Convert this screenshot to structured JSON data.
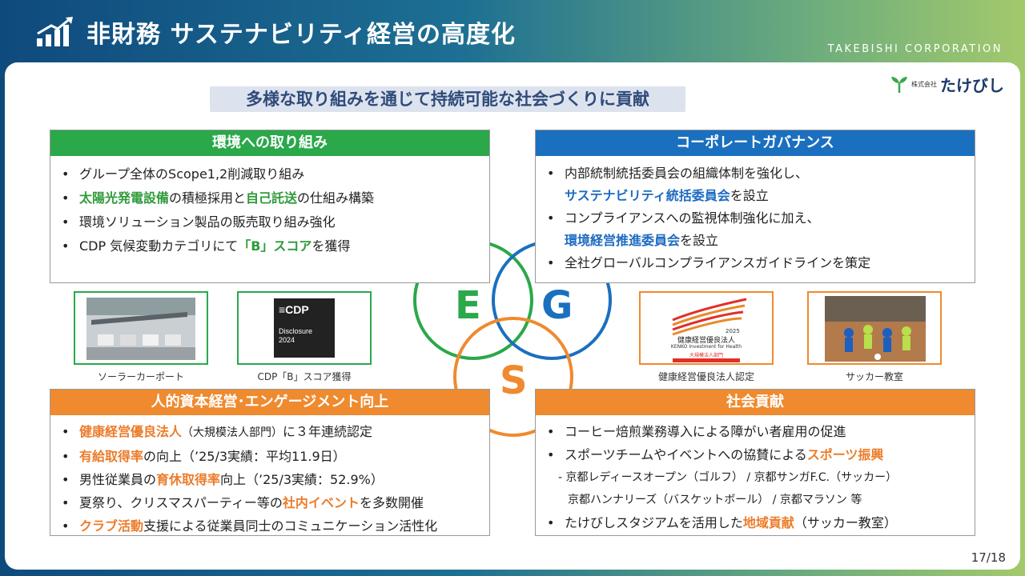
{
  "header": {
    "title": "非財務 サステナビリティ経営の高度化",
    "corporation": "TAKEBISHI CORPORATION"
  },
  "brand": {
    "prefix": "株式会社",
    "name": "たけびし"
  },
  "tagline": "多様な取り組みを通じて持続可能な社会づくりに貢献",
  "esg_letters": {
    "e": "E",
    "g": "G",
    "s": "S"
  },
  "panels": {
    "env": {
      "title": "環境への取り組み",
      "b1": "グループ全体のScope1,2削減取り組み",
      "b2_hl1": "太陽光発電設備",
      "b2_mid": "の積極採用と",
      "b2_hl2": "自己託送",
      "b2_end": "の仕組み構築",
      "b3": "環境ソリューション製品の販売取り組み強化",
      "b4_pre": "CDP 気候変動カテゴリにて",
      "b4_hl": "「B」スコア",
      "b4_end": "を獲得"
    },
    "gov": {
      "title": "コーポレートガバナンス",
      "b1": "内部統制統括委員会の組織体制を強化し、",
      "b1_hl": "サステナビリティ統括委員会",
      "b1_end": "を設立",
      "b2": "コンプライアンスへの監視体制強化に加え、",
      "b2_hl": "環境経営推進委員会",
      "b2_end": "を設立",
      "b3": "全社グローバルコンプライアンスガイドラインを策定"
    },
    "hr": {
      "title": "人的資本経営･エンゲージメント向上",
      "b1_hl": "健康経営優良法人",
      "b1_paren": "（大規模法人部門）",
      "b1_end": "に３年連続認定",
      "b2_hl": "有給取得率",
      "b2_end": "の向上（’25/3実績：平均11.9日）",
      "b3_pre": "男性従業員の",
      "b3_hl": "育休取得率",
      "b3_end": "向上（’25/3実績：52.9%）",
      "b4_pre": "夏祭り、クリスマスパーティー等の",
      "b4_hl": "社内イベント",
      "b4_end": "を多数開催",
      "b5_hl": "クラブ活動",
      "b5_end": "支援による従業員同士のコミュニケーション活性化"
    },
    "social": {
      "title": "社会貢献",
      "b1": "コーヒー焙煎業務導入による障がい者雇用の促進",
      "b2_pre": "スポーツチームやイベントへの協賛による",
      "b2_hl": "スポーツ振興",
      "sub1": "- 京都レディースオープン（ゴルフ） /  京都サンガF.C.（サッカー）",
      "sub2": "京都ハンナリーズ（バスケットボール） /  京都マラソン 等",
      "b3_pre": "たけびしスタジアムを活用した",
      "b3_hl": "地域貢献",
      "b3_end": "（サッカー教室）"
    }
  },
  "photos": {
    "carport": "ソーラーカーポート",
    "cdp": "CDP「B」スコア獲得",
    "cdp_logo": "CDP",
    "cdp_line1": "Disclosure",
    "cdp_line2": "2024",
    "health": "健康経営優良法人認定",
    "health_year": "2025",
    "health_name": "健康経営優良法人",
    "health_en": "KENKO Investment for Health",
    "health_dept": "大規模法人部門",
    "soccer": "サッカー教室"
  },
  "page": "17/18",
  "colors": {
    "env": "#2aa84a",
    "gov": "#1b6fbf",
    "hr": "#ef8a2f",
    "social": "#ef8a2f"
  }
}
